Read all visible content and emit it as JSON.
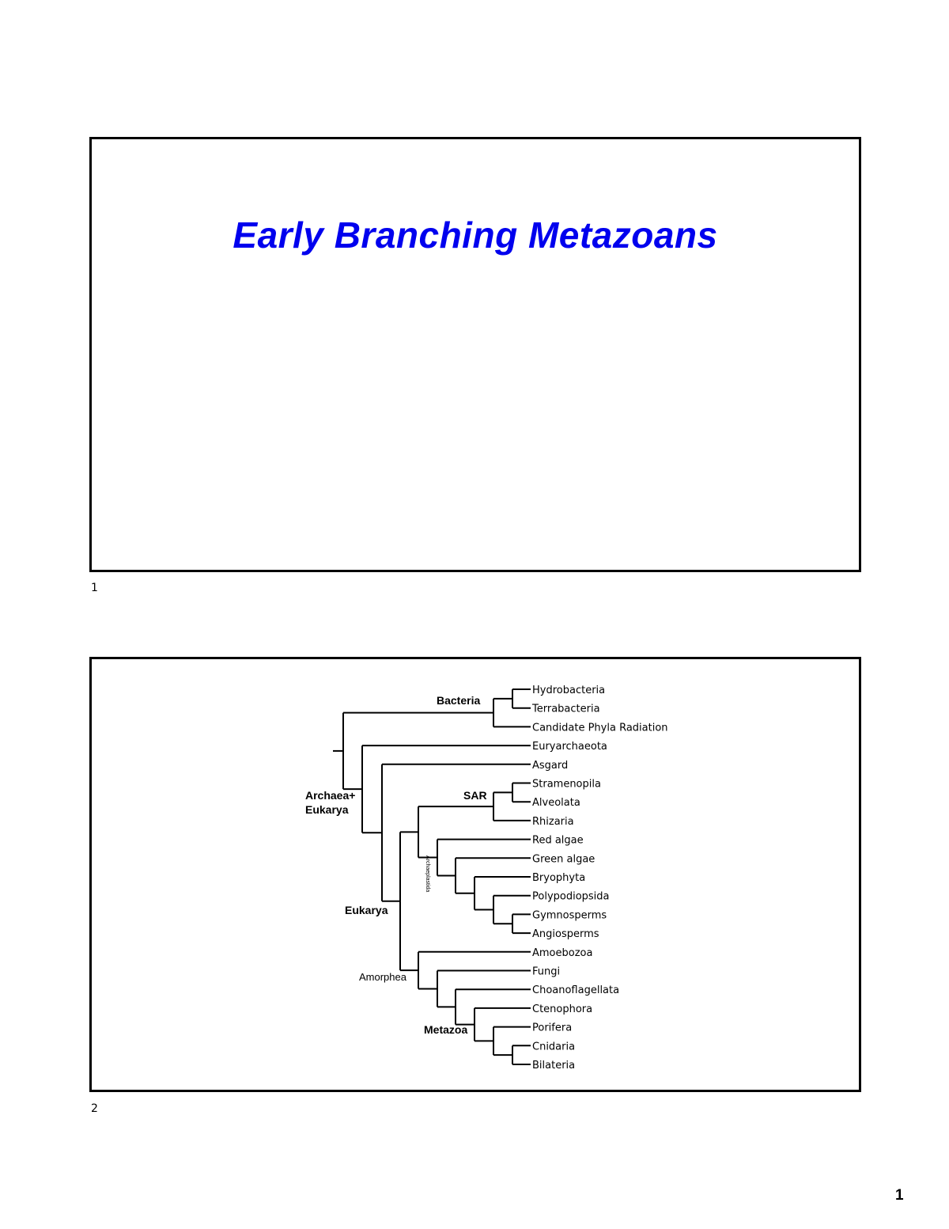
{
  "slide1": {
    "title": "Early Branching Metazoans",
    "number": "1"
  },
  "slide2": {
    "number": "2",
    "taxa": [
      "Hydrobacteria",
      "Terrabacteria",
      "Candidate Phyla Radiation",
      "Euryarchaeota",
      "Asgard",
      "Stramenopila",
      "Alveolata",
      "Rhizaria",
      "Red algae",
      "Green algae",
      "Bryophyta",
      "Polypodiopsida",
      "Gymnosperms",
      "Angiosperms",
      "Amoebozoa",
      "Fungi",
      "Choanoflagellata",
      "Ctenophora",
      "Porifera",
      "Cnidaria",
      "Bilateria"
    ],
    "clades": {
      "bacteria": "Bacteria",
      "archaea_eukarya_1": "Archaea+",
      "archaea_eukarya_2": "Eukarya",
      "sar": "SAR",
      "eukarya": "Eukarya",
      "amorphea": "Amorphea",
      "metazoa": "Metazoa",
      "archaeplastida": "Archaeplastida"
    }
  },
  "page_number": "1"
}
